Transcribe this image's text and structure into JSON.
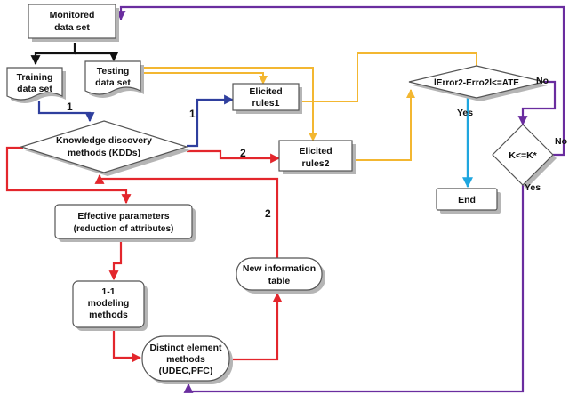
{
  "nodes": {
    "monitored": [
      "Monitored",
      "data set"
    ],
    "training": [
      "Training",
      "data set"
    ],
    "testing": [
      "Testing",
      "data set"
    ],
    "kdd": [
      "Knowledge discovery",
      "methods (KDDs)"
    ],
    "rules1": [
      "Elicited",
      "rules1"
    ],
    "rules2": [
      "Elicited",
      "rules2"
    ],
    "error_check": [
      "lError2-Erro2l<=ATE"
    ],
    "k_check": [
      "K<=K*"
    ],
    "end": [
      "End"
    ],
    "effective": [
      "Effective parameters",
      "(reduction of attributes)"
    ],
    "modeling": [
      "1-1",
      "modeling",
      "methods"
    ],
    "new_info": [
      "New information",
      "table"
    ],
    "distinct": [
      "Distinct element",
      "methods",
      "(UDEC,PFC)"
    ]
  },
  "labels": {
    "one_a": "1",
    "one_b": "1",
    "two_a": "2",
    "two_b": "2",
    "yes_error": "Yes",
    "no_error": "No",
    "no_k": "No",
    "yes_k": "Yes"
  },
  "colors": {
    "black": "#111111",
    "blue": "#2f3f9e",
    "red": "#e3262c",
    "orange": "#f3b731",
    "purple": "#6a2d9f",
    "cyan": "#1fa6df"
  }
}
